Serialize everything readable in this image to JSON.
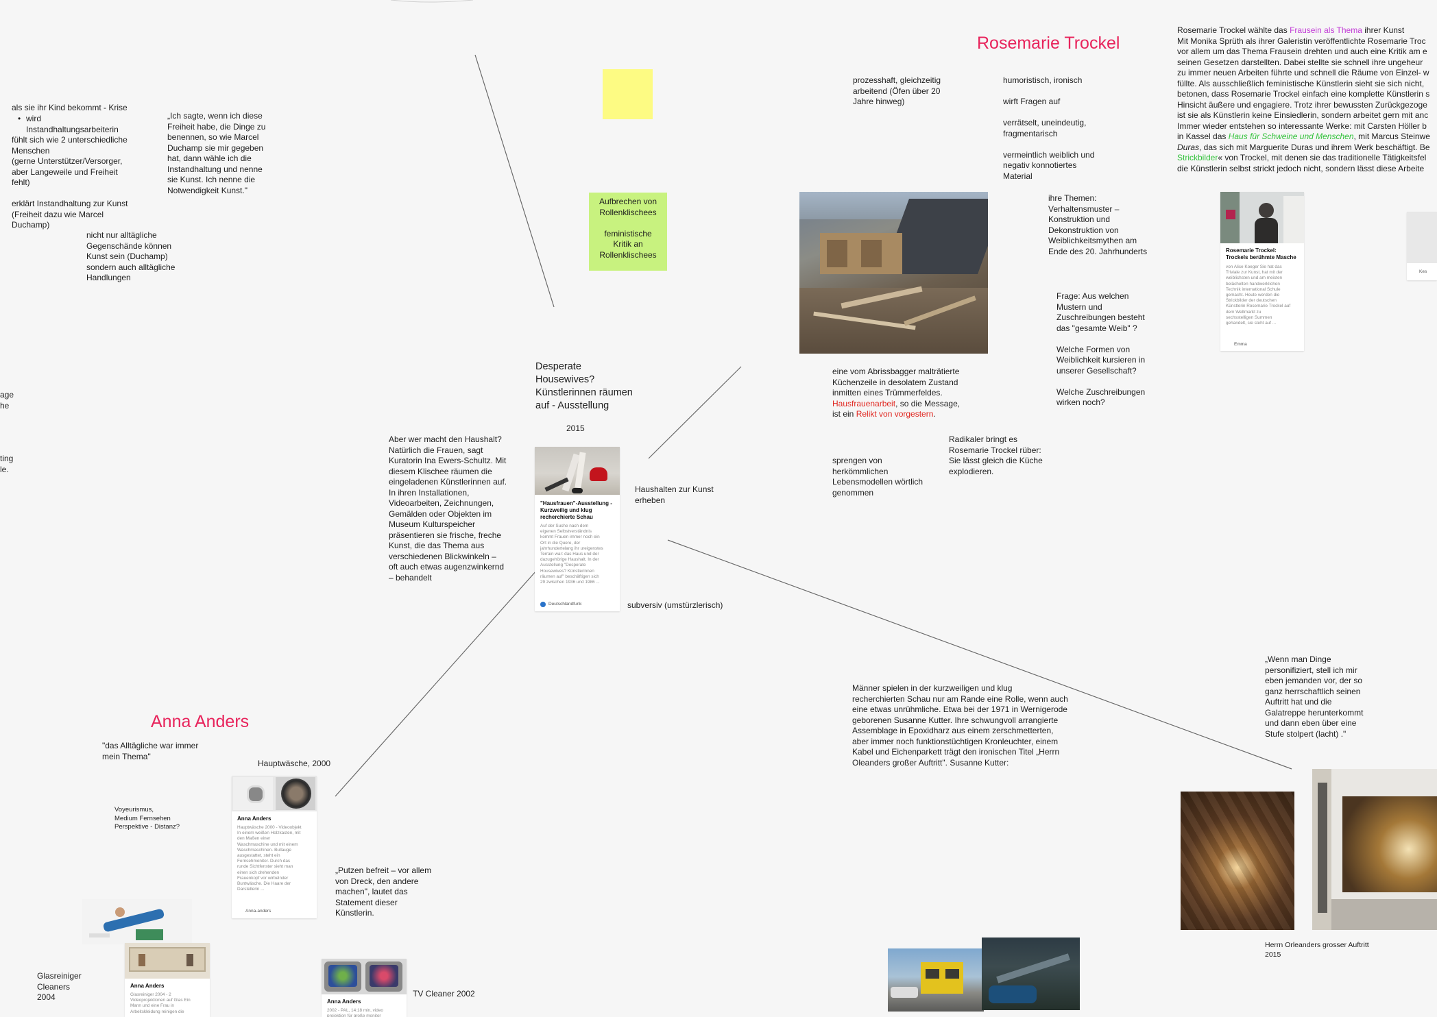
{
  "headings": {
    "rosemarie": "Rosemarie Trockel",
    "anna": "Anna Anders"
  },
  "center": {
    "title": "Desperate\nHousewives?\nKünstlerinnen räumen\nauf - Ausstellung",
    "year": "2015",
    "card": {
      "title": "\"Hausfrauen\"-Ausstellung -\nKurzweilig und klug\nrecherchierte Schau",
      "text": "Auf der Suche nach dem\neigenen Selbstverständnis\nkommt Frauen immer noch ein\nOrt in die Quere, der\njahrhundertelang ihr ureigenstes\nTerrain war: das Haus und der\ndazugehörige Haushalt. In der\nAusstellung \"Desperate\nHousewives? Künstlerinnen\nräumen auf\" beschäftigen sich\n29 zwischen 1936 und 1986 ...",
      "source": "Deutschlandfunk"
    },
    "left_text": "Aber wer macht den Haushalt?\nNatürlich die Frauen, sagt\nKuratorin Ina Ewers-Schultz. Mit\ndiesem Klischee räumen die\neingeladenen Künstlerinnen auf.\nIn ihren Installationen,\nVideoarbeiten, Zeichnungen,\nGemälden oder Objekten im\nMuseum Kulturspeicher\npräsentieren sie frische, freche\nKunst, die das Thema aus\nverschiedenen Blickwinkeln –\noft auch etwas augenzwinkernd\n– behandelt",
    "haushalten": "Haushalten zur Kunst\nerheben",
    "subversiv": "subversiv (umstürzlerisch)"
  },
  "stickies": {
    "yellow": "",
    "green": "Aufbrechen von\nRollenklischees\n\nfeministische\nKritik an\nRollenklischees"
  },
  "left_notes": {
    "crisis": "als sie ihr Kind bekommt - Krise",
    "bullet": "wird\nInstandhaltungsarbeiterin",
    "feels": "fühlt sich wie 2 unterschiedliche\nMenschen\n(gerne Unterstützer/Versorger,\naber Langeweile und Freiheit\nfehlt)\n\nerklärt Instandhaltung zur Kunst\n(Freiheit dazu wie Marcel\nDuchamp)",
    "quote": "„Ich sagte, wenn ich diese\nFreiheit habe, die Dinge zu\nbenennen, so wie Marcel\nDuchamp sie mir gegeben\nhat, dann wähle ich die\nInstandhaltung und nenne\nsie Kunst. Ich nenne die\nNotwendigkeit Kunst.\"",
    "duchamp": "nicht nur alltägliche\nGegenschände können\nKunst sein (Duchamp)\nsondern auch alltägliche\nHandlungen",
    "edge1": "age\nhe",
    "edge2": "ting\nle."
  },
  "rosemarie": {
    "process": "prozesshaft, gleichzeitig\narbeitend (Öfen über 20\nJahre hinweg)",
    "traits": "humoristisch, ironisch\n\nwirft Fragen auf\n\nverrätselt, uneindeutig,\nfragmentarisch\n\nvermeintlich weiblich und\nnegativ konnotiertes\nMaterial",
    "themes": "ihre Themen:\nVerhaltensmuster –\nKonstruktion und\nDekonstruktion von\nWeiblichkeitsmythen am\nEnde des 20. Jahrhunderts",
    "questions": "Frage: Aus welchen\nMustern und\nZuschreibungen besteht\ndas \"gesamte Weib\" ?\n\nWelche Formen von\nWeiblichkeit kursieren in\nunserer Gesellschaft?\n\nWelche Zuschreibungen\nwirken noch?",
    "kitchen_1": "eine vom Abrissbagger malträtierte\nKüchenzeile in desolatem Zustand\ninmitten eines Trümmerfeldes.\n",
    "kitchen_link": "Hausfrauenarbeit",
    "kitchen_2": ", so die Message,\nist ein ",
    "kitchen_link2": "Relikt von vorgestern",
    "kitchen_3": ".",
    "radikaler": "Radikaler bringt es\nRosemarie Trockel rüber:\nSie lässt gleich die Küche\nexplodieren.",
    "sprengen": "sprengen von\nherkömmlichen\nLebensmodellen wörtlich\ngenommen",
    "card": {
      "title": "Rosemarie Trockel:\nTrockels berühmte Masche",
      "text": "von Alice Koeger Sie hat das\nTriviale zur Kunst, hat mit der\nweiblichsten und am meisten\nbelächelten handwerklichen\nTechnik international Schule\ngemacht. Heute werden die\nStrickbilder der deutschen\nKünstlerin Rosemarie Trockel auf\ndem Weltmarkt zu\nsechsstelligen Summen\ngehandelt, sie steht auf ...",
      "source": "Emma"
    },
    "right_card_label": "Kes"
  },
  "bio": {
    "l1a": "Rosemarie Trockel wählte das ",
    "l1b": "Frausein als Thema",
    "l1c": " ihrer Kunst",
    "l2": "Mit Monika Sprüth als ihrer Galeristin veröffentlichte Rosemarie Troc\nvor allem um das Thema Frausein drehten und auch eine Kritik am e\nseinen Gesetzen darstellten. Dabei stellte sie schnell ihre ungeheur\nzu immer neuen Arbeiten führte und schnell die Räume von Einzel- w\nfüllte. Als ausschließlich feministische Künstlerin sieht sie sich nicht,\nbetonen, dass Rosemarie Trockel einfach eine komplette Künstlerin s\nHinsicht äußere und engagiere. Trotz ihrer bewussten Zurückgezoge\nist sie als Künstlerin keine Einsiedlerin, sondern arbeitet gern mit anc\nImmer wieder entstehen so interessante Werke: mit Carsten Höller b",
    "l3a": "in Kassel das ",
    "l3b": "Haus für Schweine und Menschen",
    "l3c": ", mit Marcus Steinwe",
    "l4": "Duras",
    "l4b": ", das sich mit Marguerite Duras und ihrem Werk beschäftigt. Be",
    "l5a": "Strickbilder",
    "l5b": "« von Trockel, mit denen sie das traditionelle Tätigkeitsfel",
    "l6": "die Künstlerin selbst strickt jedoch nicht, sondern lässt diese Arbeite"
  },
  "kutter": {
    "text": "Männer spielen in der kurzweiligen und klug\nrecherchierten Schau nur am Rande eine Rolle, wenn auch\neine etwas unrühmliche. Etwa bei der 1971 in Wernigerode\ngeborenen Susanne Kutter. Ihre schwungvoll arrangierte\nAssemblage in Epoxidharz aus einem zerschmetterten,\naber immer noch funktionstüchtigen Kronleuchter, einem\nKabel und Eichenparkett trägt den ironischen Titel „Herrn\nOleanders großer Auftritt\". Susanne Kutter:",
    "quote": "„Wenn man Dinge\npersonifiziert, stell ich mir\neben jemanden vor, der so\nganz herrschaftlich seinen\nAuftritt hat und die\nGalatreppe herunterkommt\nund dann eben über eine\nStufe stolpert (lacht) .\"",
    "caption": "Herrn Orleanders grosser Auftritt\n2015"
  },
  "anna": {
    "quote": "\"das Alltägliche war immer\nmein Thema\"",
    "hauptwaesche": "Hauptwäsche, 2000",
    "voyeur": "Voyeurismus,\nMedium Fernsehen\nPerspektive - Distanz?",
    "putzen": "„Putzen befreit – vor allem\nvon Dreck, den andere\nmachen\", lautet das\nStatement dieser\nKünstlerin.",
    "glas": "Glasreiniger\nCleaners\n2004",
    "tv": "TV Cleaner 2002",
    "card1": {
      "title": "Anna Anders",
      "text": "Hauptwäsche 2000 - Videoobjekt\nIn einem weißen Holzkasten, mit\nden Maßen einer\nWaschmaschine und mit einem\nWaschmaschinen- Bullauge\nausgestattet, steht ein\nFernsehmonitor. Durch das\nrunde Sichtfenster sieht man\neinen sich drehenden\nFrauenkopf vor wirbelnder\nBuntwäsche. Die Haare der\nDarstellerin ...",
      "source": "Anna-anders"
    },
    "card2": {
      "title": "Anna Anders",
      "text": "Glasreiniger 2004 - 2\nVideoprojektionen auf Glas Ein\nMann und eine Frau in\nArbeitskleidung reinigen die"
    },
    "card3": {
      "title": "Anna Anders",
      "text": "2002 - PAL, 14:18 min, video\nprojektion für große monitor"
    }
  },
  "colors": {
    "heading": "#e8245c",
    "yellow_sticky": "#fdfb83",
    "green_sticky": "#c8f27f",
    "link_purple": "#c13ad6",
    "link_green": "#32c23a",
    "link_red": "#e0261f"
  }
}
